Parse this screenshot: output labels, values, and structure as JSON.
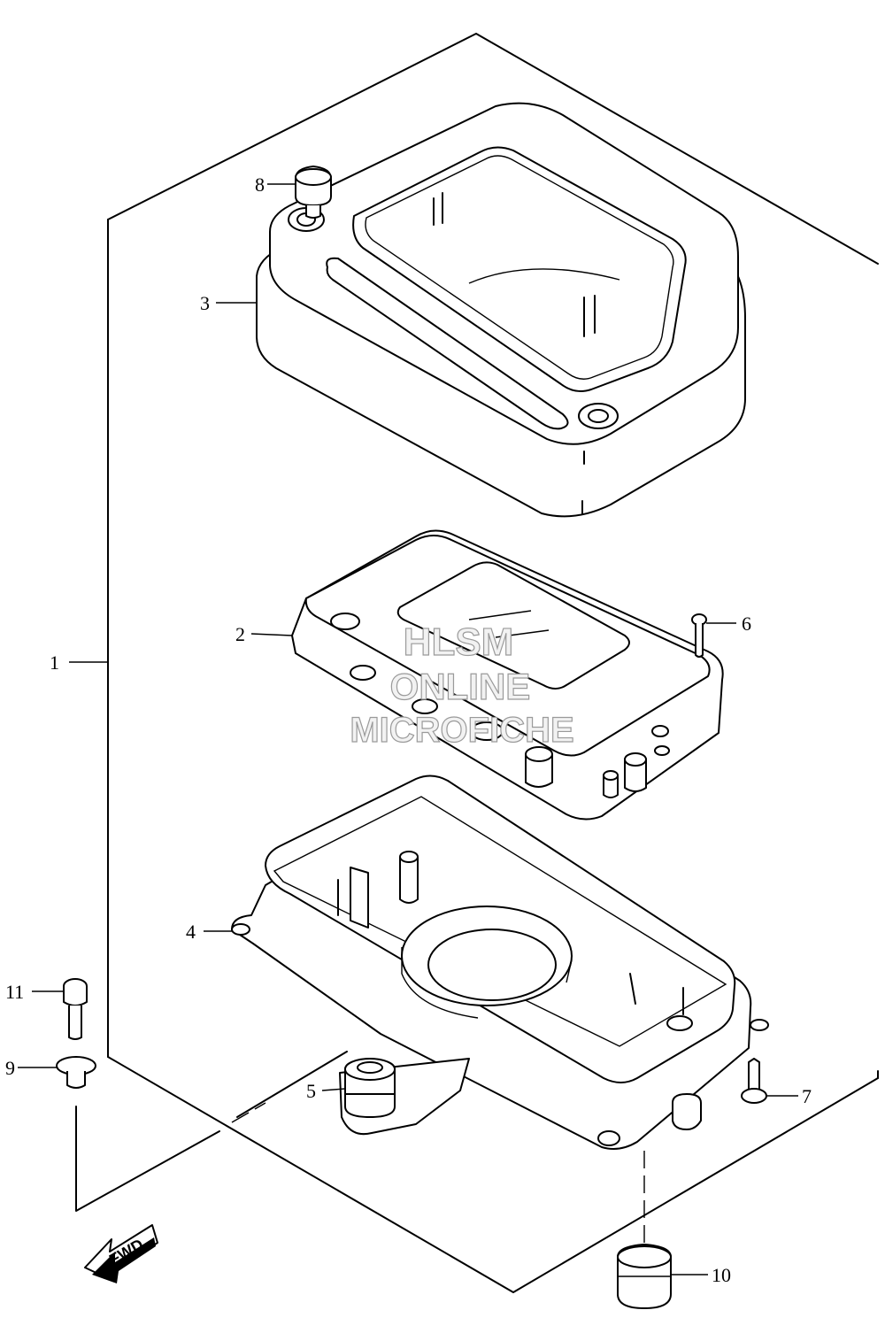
{
  "watermark": {
    "line1": "HLSM",
    "line2": "ONLINE",
    "line3": "MICROFICHE"
  },
  "direction_arrow": {
    "label": "FWD"
  },
  "callouts": [
    {
      "id": "1",
      "text": "1"
    },
    {
      "id": "2",
      "text": "2"
    },
    {
      "id": "3",
      "text": "3"
    },
    {
      "id": "4",
      "text": "4"
    },
    {
      "id": "5",
      "text": "5"
    },
    {
      "id": "6",
      "text": "6"
    },
    {
      "id": "7",
      "text": "7"
    },
    {
      "id": "8",
      "text": "8"
    },
    {
      "id": "9",
      "text": "9"
    },
    {
      "id": "10",
      "text": "10"
    },
    {
      "id": "11",
      "text": "11"
    }
  ]
}
